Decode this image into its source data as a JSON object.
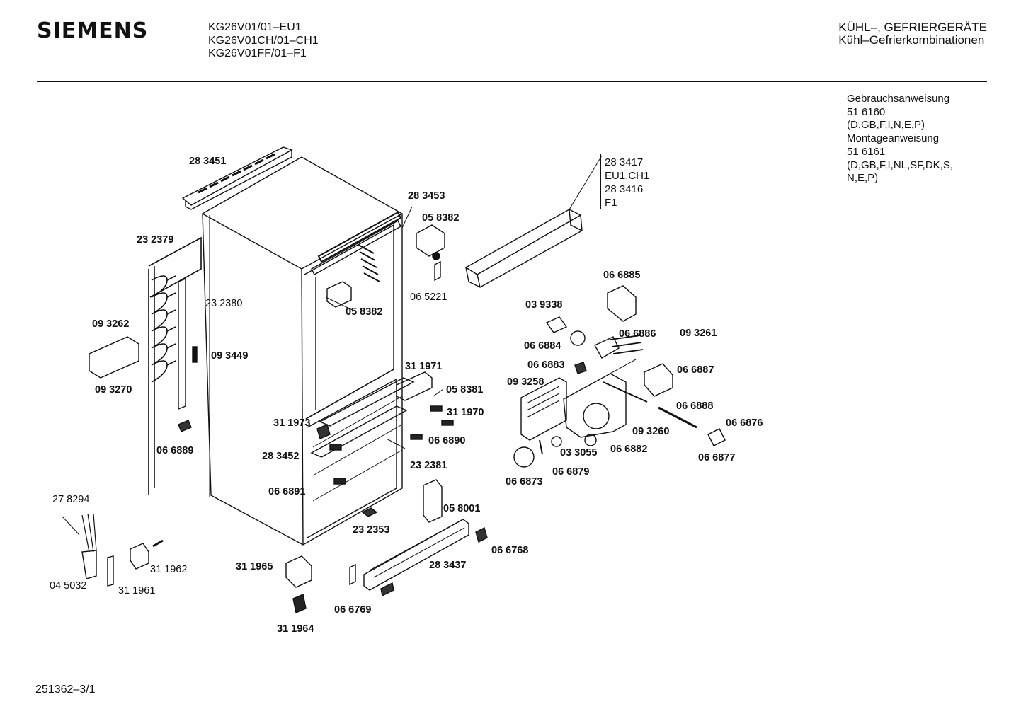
{
  "header": {
    "brand": "SIEMENS",
    "models": [
      "KG26V01/01–EU1",
      "KG26V01CH/01–CH1",
      "KG26V01FF/01–F1"
    ],
    "category_line1": "KÜHL–, GEFRIERGERÄTE",
    "category_line2": "Kühl–Gefrierkombinationen"
  },
  "documents": {
    "lines": [
      "Gebrauchsanweisung",
      "51 6160",
      "(D,GB,F,I,N,E,P)",
      "Montageanweisung",
      "51 6161",
      "(D,GB,F,I,NL,SF,DK,S,",
      "N,E,P)"
    ]
  },
  "parts": [
    "28 3451",
    "28 3453",
    "05 8382",
    "23 2379",
    "06 5221",
    "23 2380",
    "05 8382",
    "09 3262",
    "09 3449",
    "09 3270",
    "31 1971",
    "05 8381",
    "31 1970",
    "31 1973",
    "06 6890",
    "28 3452",
    "23 2381",
    "06 6891",
    "06 6889",
    "05 8001",
    "23 2353",
    "06 6768",
    "28 3437",
    "31 1965",
    "06 6769",
    "31 1964",
    "27 8294",
    "04 5032",
    "31 1962",
    "31 1961",
    "06 6885",
    "03 9338",
    "06 6886",
    "09 3261",
    "06 6884",
    "06 6883",
    "06 6887",
    "09 3258",
    "06 6888",
    "06 6876",
    "09 3260",
    "03 3055",
    "06 6882",
    "06 6877",
    "06 6879",
    "06 6873"
  ],
  "variant_note": [
    "28 3417",
    "EU1,CH1",
    "28 3416",
    "F1"
  ],
  "footer": {
    "drawing_number": "251362–3/1"
  }
}
